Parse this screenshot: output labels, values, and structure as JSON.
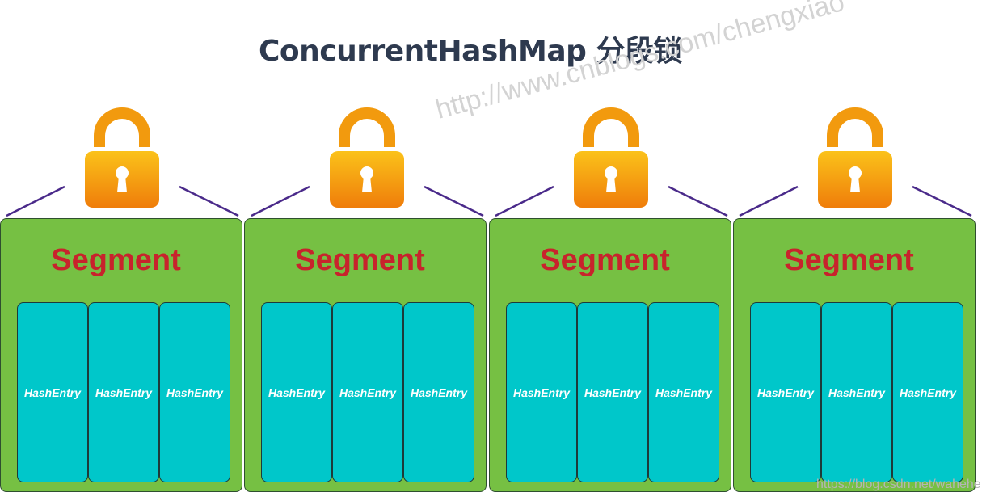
{
  "title": "ConcurrentHashMap 分段锁",
  "watermark": "http://www.cnblogs.com/chengxiao",
  "source_watermark": "https://blog.csdn.net/wahehe",
  "segments": [
    {
      "label": "Segment",
      "entries": [
        "HashEntry",
        "HashEntry",
        "HashEntry"
      ]
    },
    {
      "label": "Segment",
      "entries": [
        "HashEntry",
        "HashEntry",
        "HashEntry"
      ]
    },
    {
      "label": "Segment",
      "entries": [
        "HashEntry",
        "HashEntry",
        "HashEntry"
      ]
    },
    {
      "label": "Segment",
      "entries": [
        "HashEntry",
        "HashEntry",
        "HashEntry"
      ]
    }
  ],
  "lock_icon": "padlock-icon",
  "colors": {
    "segment_fill": "#76c043",
    "entry_fill": "#00c7ca",
    "segment_text": "#c8232c",
    "title_text": "#2e3a4f",
    "lock_body": "#f29a0e",
    "connector": "#4a2a8a"
  }
}
